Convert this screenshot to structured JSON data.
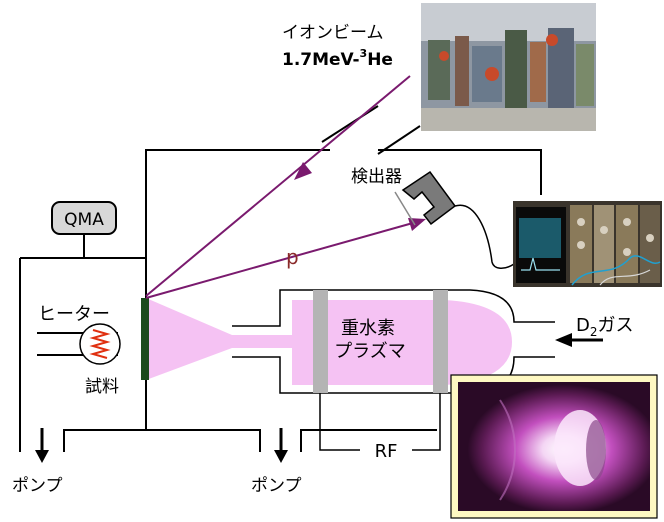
{
  "labels": {
    "ion_beam": "イオンビーム",
    "energy_prefix": "1.7MeV-",
    "mass_number": "3",
    "element": "He",
    "detector": "検出器",
    "qma": "QMA",
    "proton": "p",
    "heater": "ヒーター",
    "sample": "試料",
    "plasma_line1": "重水素",
    "plasma_line2": "プラズマ",
    "gas_d": "D",
    "gas_sub": "2",
    "gas_word": "ガス",
    "rf": "RF",
    "pump": "ポンプ"
  },
  "colors": {
    "beam": "#7a1a6e",
    "plasma": "#f5c2f3",
    "heater_coil": "#e03010",
    "sample": "#1c4a1c",
    "electrode": "#b4b4b4",
    "proton_text": "#8a2a2a"
  },
  "photos": {
    "accelerator_hall": "accelerator-hall-photo",
    "signal_analyzer": "signal-analyzer-photo",
    "plasma_glow": "plasma-glow-photo"
  }
}
